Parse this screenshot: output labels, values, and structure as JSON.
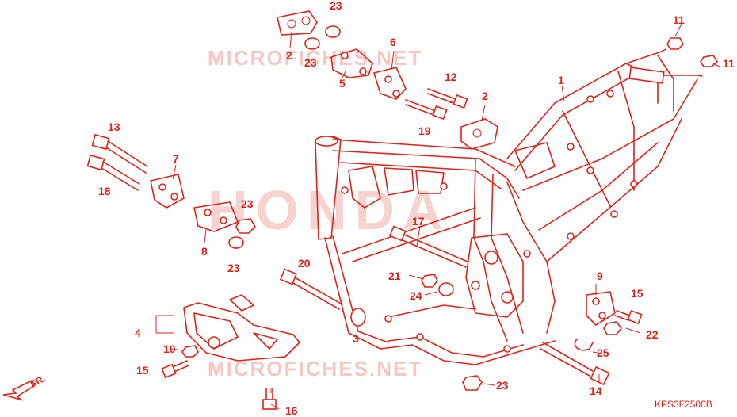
{
  "watermarks": {
    "top": "MICROFICHES.NET",
    "middle": "HONDA",
    "bottom": "MICROFICHES.NET"
  },
  "diagram_code": "KPS3F2500B",
  "direction_label": "FR.",
  "callouts": {
    "c1": "1",
    "c2a": "2",
    "c2b": "2",
    "c3": "3",
    "c4": "4",
    "c5": "5",
    "c6": "6",
    "c7": "7",
    "c8": "8",
    "c9": "9",
    "c10": "10",
    "c11a": "11",
    "c11b": "11",
    "c12": "12",
    "c13": "13",
    "c14": "14",
    "c15a": "15",
    "c15b": "15",
    "c16": "16",
    "c17": "17",
    "c18": "18",
    "c19": "19",
    "c20": "20",
    "c21": "21",
    "c22": "22",
    "c23a": "23",
    "c23b": "23",
    "c23c": "23",
    "c23d": "23",
    "c23e": "23",
    "c24": "24",
    "c25": "25"
  },
  "colors": {
    "line": "#e32119",
    "watermark": "#f6c7c3",
    "background": "#ffffff"
  }
}
